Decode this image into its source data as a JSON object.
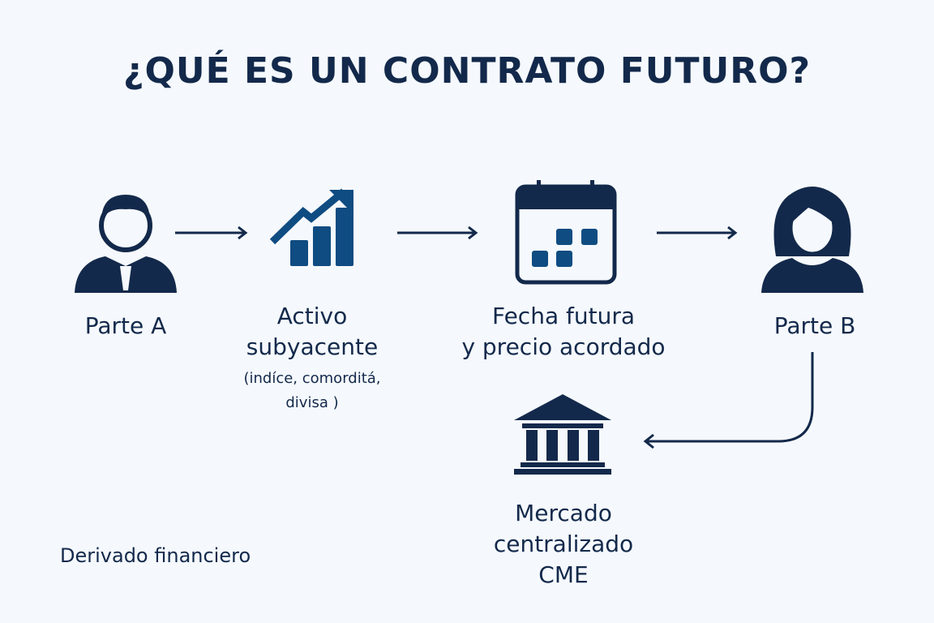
{
  "title": "¿QUÉ ES UN CONTRATO FUTURO?",
  "nodes": {
    "parte_a": "Parte A",
    "activo_line1": "Activo",
    "activo_line2": "subyacente",
    "activo_note_line1": "(indíce, comorditá,",
    "activo_note_line2": "divisa )",
    "fecha_line1": "Fecha futura",
    "fecha_line2": "y precio acordado",
    "parte_b": "Parte B",
    "mercado_line1": "Mercado",
    "mercado_line2": "centralizado",
    "mercado_line3": "CME"
  },
  "footer": "Derivado financiero",
  "colors": {
    "navy": "#13294b",
    "blue": "#0f4c81",
    "background": "#f5f9fd"
  }
}
